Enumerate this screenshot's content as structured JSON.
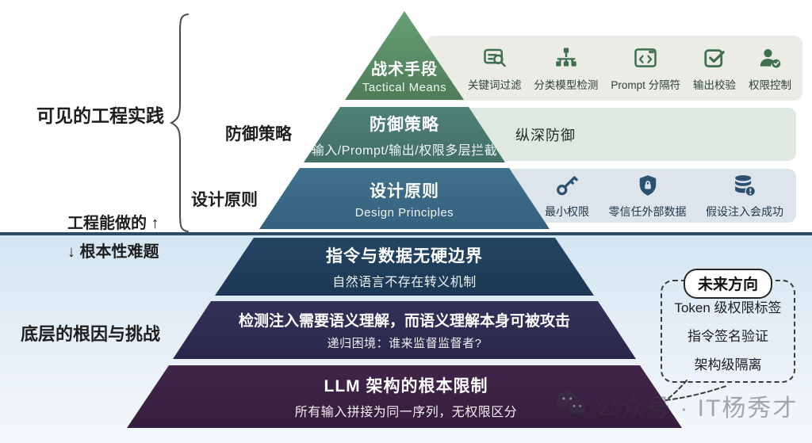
{
  "left_labels": {
    "visible_practice": "可见的工程实践",
    "defense_strategy": "防御策略",
    "design_principle": "设计原则",
    "engineering_can_do": "工程能做的 ↑",
    "fundamental_problem": "↓ 根本性难题",
    "root_causes": "底层的根因与挑战"
  },
  "pyramid": {
    "levels": [
      {
        "title": "战术手段",
        "subtitle": "Tactical Means",
        "color": "#55855f"
      },
      {
        "title": "防御策略",
        "subtitle": "输入/Prompt/输出/权限多层拦截",
        "color": "#4a7a6f"
      },
      {
        "title": "设计原则",
        "subtitle": "Design Principles",
        "color": "#3c6a86"
      },
      {
        "title": "指令与数据无硬边界",
        "subtitle": "自然语言不存在转义机制",
        "color": "#1f3e5a"
      },
      {
        "title": "检测注入需要语义理解，而语义理解本身可被攻击",
        "subtitle": "递归困境：谁来监督监督者?",
        "color": "#2f2c52"
      },
      {
        "title": "LLM 架构的根本限制",
        "subtitle": "所有输入拼接为同一序列，无权限区分",
        "color": "#3b2144"
      }
    ]
  },
  "tactical_panel": {
    "items": [
      {
        "label": "关键词过滤",
        "icon": "keyword-filter-icon"
      },
      {
        "label": "分类模型检测",
        "icon": "classifier-model-icon"
      },
      {
        "label": "Prompt 分隔符",
        "icon": "prompt-delimiter-icon"
      },
      {
        "label": "输出校验",
        "icon": "output-check-icon"
      },
      {
        "label": "权限控制",
        "icon": "permission-control-icon"
      }
    ]
  },
  "defense_panel": {
    "label": "纵深防御"
  },
  "principle_panel": {
    "items": [
      {
        "label": "最小权限",
        "icon": "key-icon"
      },
      {
        "label": "零信任外部数据",
        "icon": "shield-lock-icon"
      },
      {
        "label": "假设注入会成功",
        "icon": "database-warning-icon"
      }
    ]
  },
  "future_bubble": {
    "title": "未来方向",
    "items": [
      "Token 级权限标签",
      "指令签名验证",
      "架构级隔离"
    ]
  },
  "watermark": {
    "text": "公众号 · IT杨秀才",
    "icon": "wechat-icon"
  },
  "colors": {
    "divider": "#2b4a64",
    "background_lower_top": "#d3e5f2",
    "background_lower_bottom": "#f5f8fa",
    "tactical_panel_bg": "#eaece5",
    "defense_panel_bg": "#dfe9e1",
    "principle_panel_bg": "#dde4ec",
    "tactical_icon_color": "#3e7050",
    "principle_icon_color": "#2b5170"
  }
}
